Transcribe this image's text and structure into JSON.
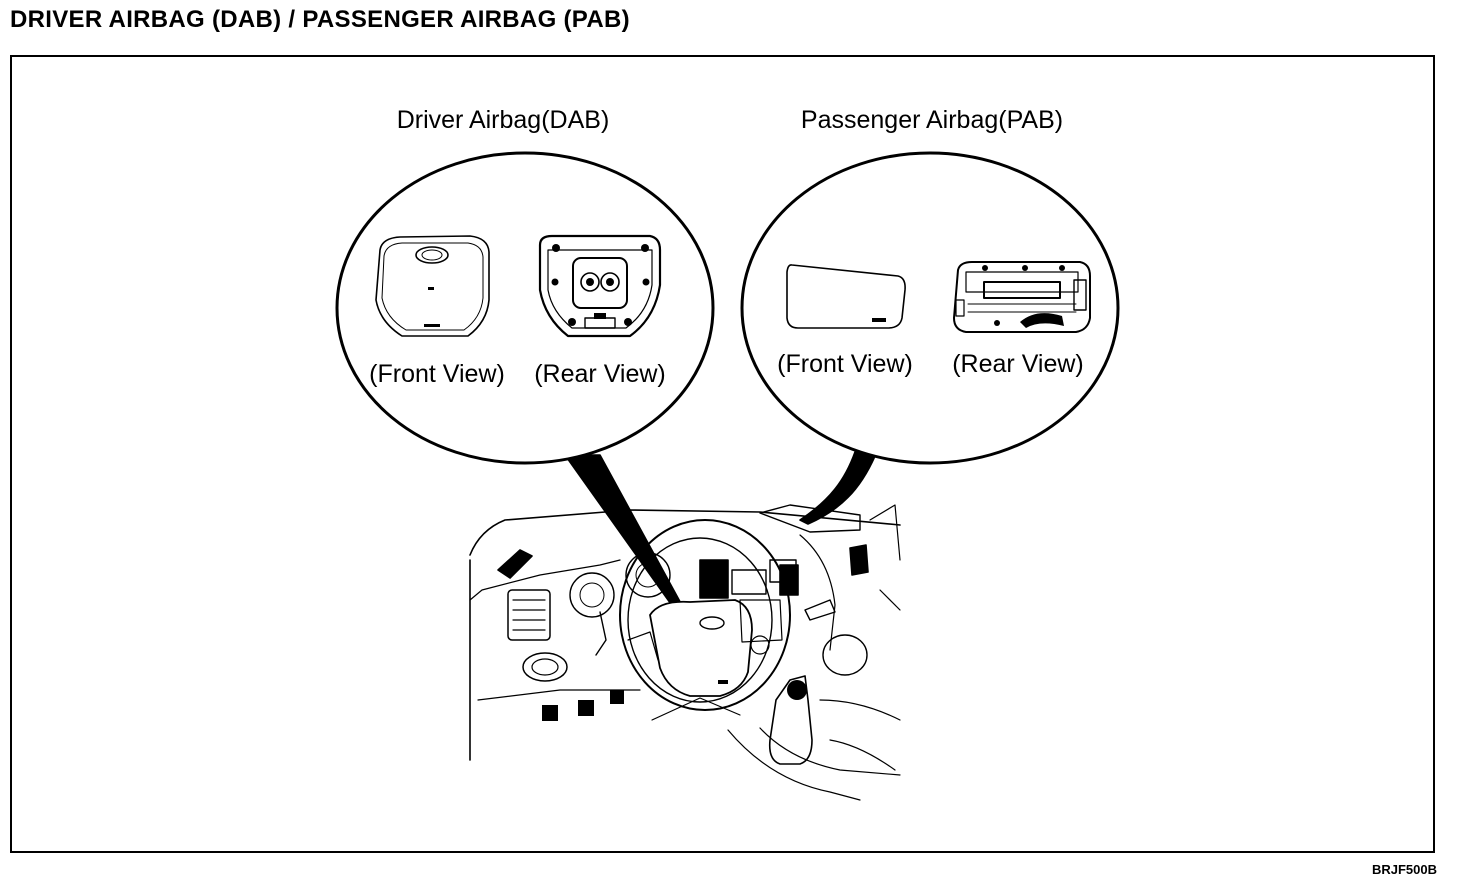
{
  "page": {
    "title": "DRIVER AIRBAG (DAB) / PASSENGER AIRBAG (PAB)",
    "figure_code": "BRJF500B"
  },
  "dab": {
    "heading": "Driver Airbag(DAB)",
    "front_label": "(Front View)",
    "rear_label": "(Rear View)"
  },
  "pab": {
    "heading": "Passenger Airbag(PAB)",
    "front_label": "(Front View)",
    "rear_label": "(Rear View)"
  }
}
